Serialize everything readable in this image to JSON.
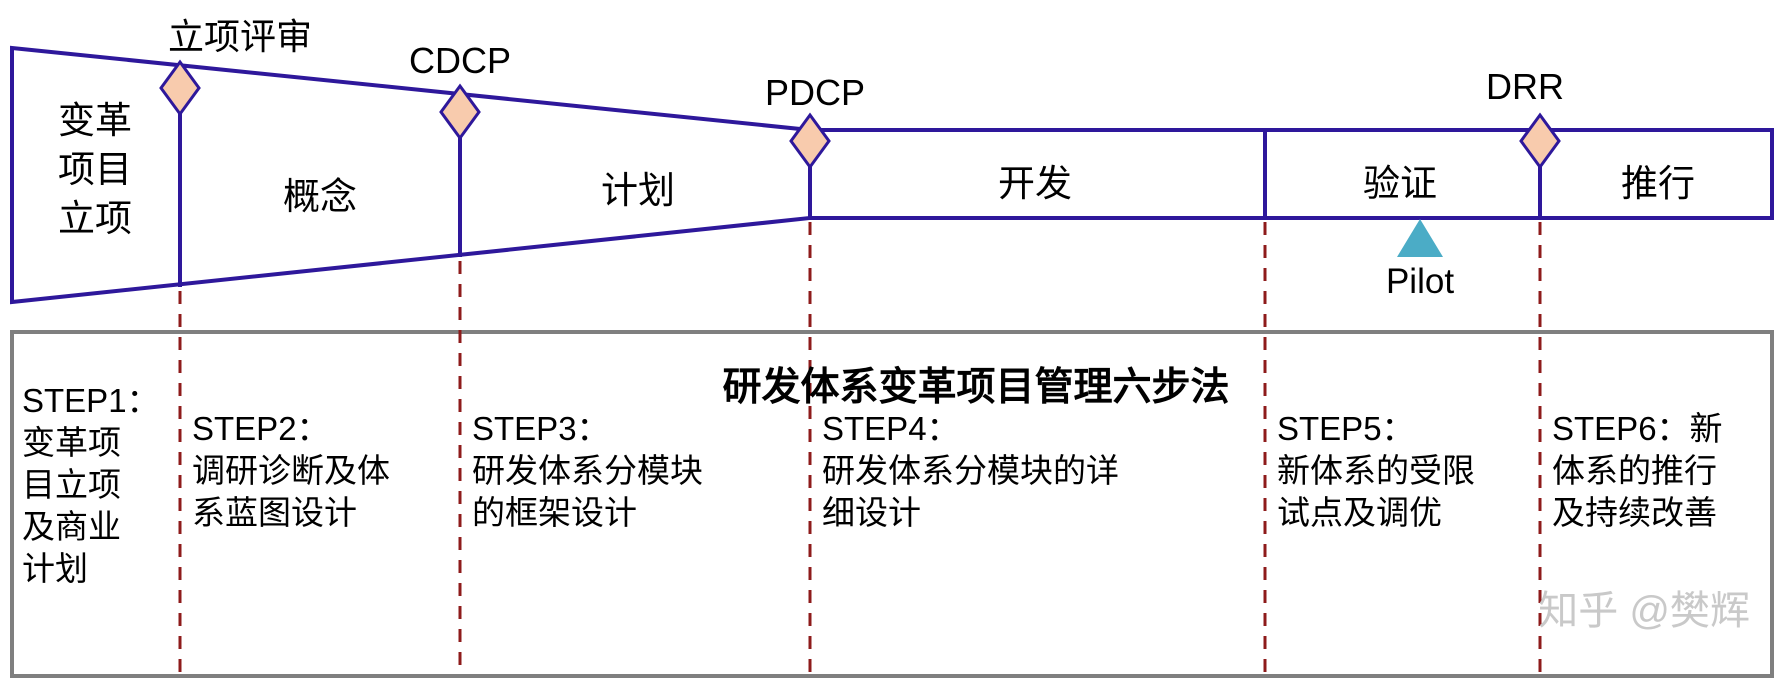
{
  "colors": {
    "outline": "#2E189B",
    "diamond_fill": "#F8CBAD",
    "dashed_line": "#8E1B1B",
    "box_border": "#7F7F7F",
    "pilot_triangle": "#4BACC6",
    "watermark": "#C9C9C9"
  },
  "funnel": {
    "start_label": "变革\n项目\n立项",
    "phases": [
      {
        "label": "概念"
      },
      {
        "label": "计划"
      },
      {
        "label": "开发"
      },
      {
        "label": "验证"
      },
      {
        "label": "推行"
      }
    ]
  },
  "milestones": [
    {
      "label": "立项评审"
    },
    {
      "label": "CDCP"
    },
    {
      "label": "PDCP"
    },
    {
      "label": "DRR"
    }
  ],
  "pilot": {
    "label": "Pilot"
  },
  "steps_panel": {
    "title": "研发体系变革项目管理六步法",
    "steps": [
      {
        "label": "STEP1：\n变革项\n目立项\n及商业\n计划"
      },
      {
        "label": "STEP2：\n调研诊断及体\n系蓝图设计"
      },
      {
        "label": "STEP3：\n研发体系分模块\n的框架设计"
      },
      {
        "label": "STEP4：\n研发体系分模块的详\n细设计"
      },
      {
        "label": "STEP5：\n新体系的受限\n试点及调优"
      },
      {
        "label": "STEP6：新\n体系的推行\n及持续改善"
      }
    ]
  },
  "watermark": "知乎 @樊辉"
}
